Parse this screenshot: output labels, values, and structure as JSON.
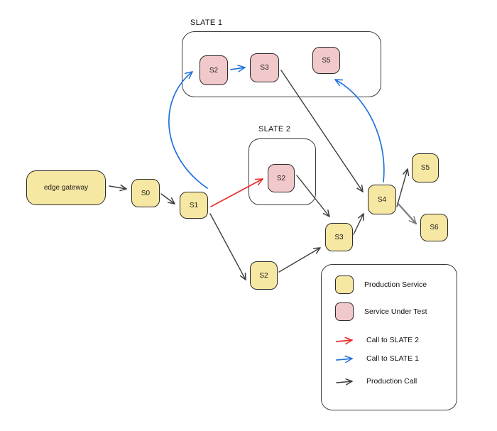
{
  "slate1": {
    "label": "SLATE 1",
    "nodes": {
      "s2": "S2",
      "s3": "S3",
      "s5": "S5"
    }
  },
  "slate2": {
    "label": "SLATE 2",
    "nodes": {
      "s2": "S2"
    }
  },
  "production": {
    "edge_gateway": "edge gateway",
    "s0": "S0",
    "s1": "S1",
    "s2": "S2",
    "s3": "S3",
    "s4": "S4",
    "s5": "S5",
    "s6": "S6"
  },
  "legend": {
    "production_service": "Production Service",
    "service_under_test": "Service Under Test",
    "call_to_slate_2": "Call to SLATE 2",
    "call_to_slate_1": "Call to SLATE 1",
    "production_call": "Production Call"
  },
  "colors": {
    "production_service_fill": "#F6E7A2",
    "service_under_test_fill": "#F2C9CB",
    "call_to_slate_2": "#E62E2C",
    "call_to_slate_1": "#2273DE",
    "production_call": "#3D3D3D",
    "secondary_call": "#7F7F7F"
  },
  "edges": [
    {
      "from": "edge gateway",
      "to": "S0",
      "type": "production-call"
    },
    {
      "from": "S0",
      "to": "S1",
      "type": "production-call"
    },
    {
      "from": "S1",
      "to": "S2",
      "type": "production-call"
    },
    {
      "from": "S2",
      "to": "S3",
      "type": "production-call"
    },
    {
      "from": "S3",
      "to": "S4",
      "type": "production-call"
    },
    {
      "from": "S4",
      "to": "S5",
      "type": "production-call"
    },
    {
      "from": "S4",
      "to": "S6",
      "type": "production-call"
    },
    {
      "from": "SLATE 1 / S3",
      "to": "S4",
      "type": "production-call"
    },
    {
      "from": "SLATE 2 / S2",
      "to": "S3",
      "type": "production-call"
    },
    {
      "from": "S1",
      "to": "SLATE 1 / S2",
      "type": "call-to-slate-1"
    },
    {
      "from": "SLATE 1 / S2",
      "to": "SLATE 1 / S3",
      "type": "call-to-slate-1"
    },
    {
      "from": "S4",
      "to": "SLATE 1 / S5",
      "type": "call-to-slate-1"
    },
    {
      "from": "S1",
      "to": "SLATE 2 / S2",
      "type": "call-to-slate-2"
    }
  ]
}
